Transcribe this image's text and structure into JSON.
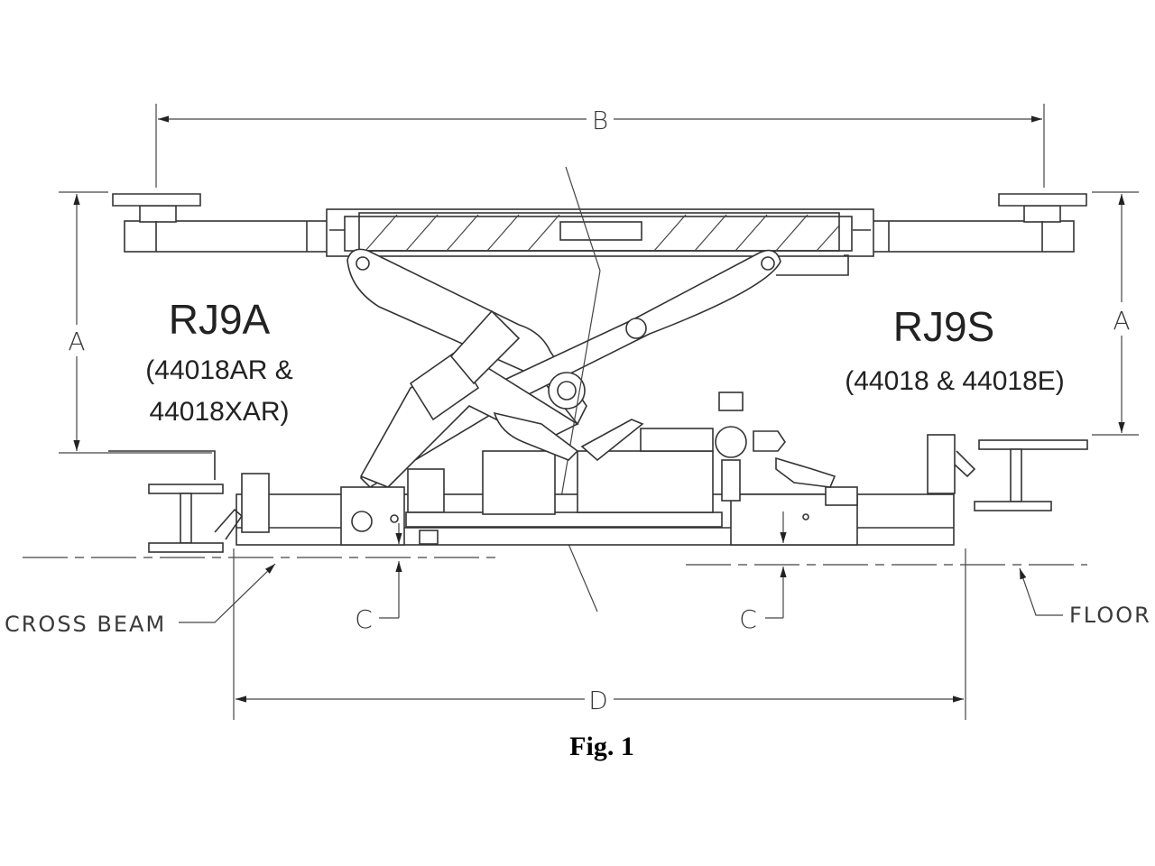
{
  "labels": {
    "dim_a_left": "A",
    "dim_a_right": "A",
    "dim_b": "B",
    "dim_c_left": "C",
    "dim_c_right": "C",
    "dim_d": "D",
    "cross_beam": "CROSS BEAM",
    "floor": "FLOOR"
  },
  "models": {
    "left_name": "RJ9A",
    "left_parts_line1": "(44018AR &",
    "left_parts_line2": "44018XAR)",
    "right_name": "RJ9S",
    "right_parts": "(44018 & 44018E)"
  },
  "caption": "Fig. 1"
}
